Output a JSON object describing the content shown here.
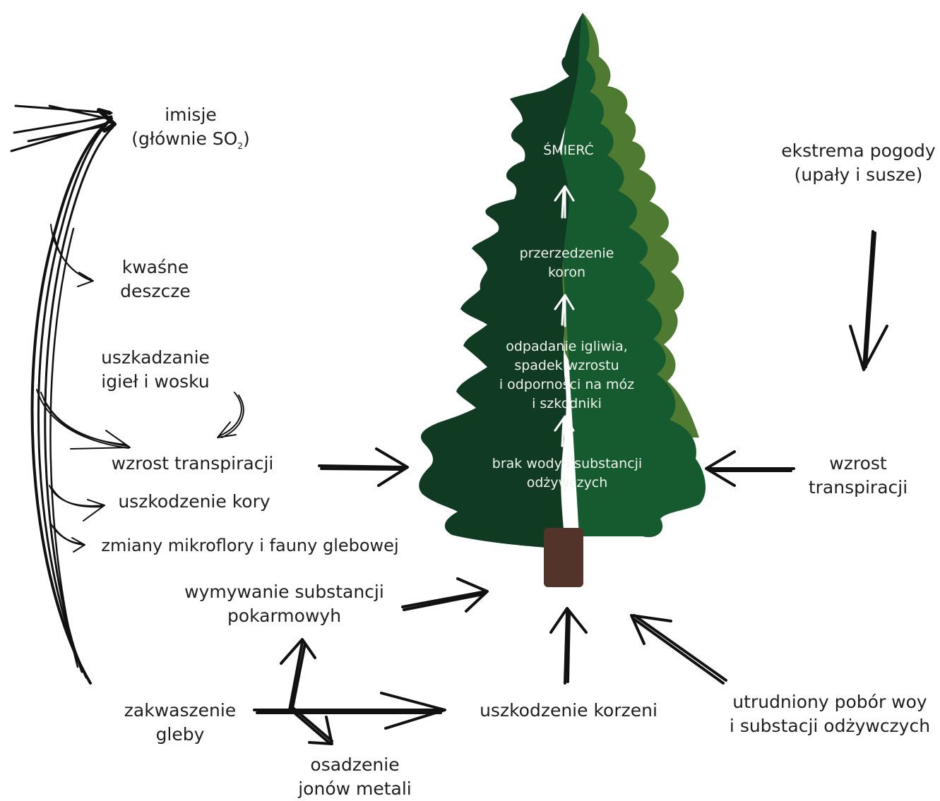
{
  "labels": {
    "imisje": {
      "line1": "imisje",
      "line2_pre": "(głównie SO",
      "line2_sub": "2",
      "line2_post": ")"
    },
    "kwasne": {
      "line1": "kwaśne",
      "line2": "deszcze"
    },
    "uszkadzanie": {
      "line1": "uszkadzanie",
      "line2": "igieł i wosku"
    },
    "transpiracja_left": "wzrost transpiracji",
    "kora": "uszkodzenie kory",
    "mikroflora": "zmiany mikroflory i fauny glebowej",
    "wymywanie": {
      "line1": "wymywanie substancji",
      "line2": "pokarmowyh"
    },
    "zakwaszenie": {
      "line1": "zakwaszenie",
      "line2": "gleby"
    },
    "osadzenie": {
      "line1": "osadzenie",
      "line2": "jonów metali"
    },
    "korzenie": "uszkodzenie korzeni",
    "pobor": {
      "line1": "utrudniony pobór woy",
      "line2": "i substacji odżywczych"
    },
    "ekstrema": {
      "line1": "ekstrema pogody",
      "line2": "(upały i susze)"
    },
    "transpiracja_right": {
      "line1": "wzrost",
      "line2": "transpiracji"
    }
  },
  "tree": {
    "smierc": "ŚMIERĆ",
    "przerzedzenie": {
      "line1": "przerzedzenie",
      "line2": "koron"
    },
    "odpadanie": {
      "line1": "odpadanie igliwia,",
      "line2": "spadek wzrostu",
      "line3": "i odporności na móz",
      "line4": "i szkodniki"
    },
    "brak": {
      "line1": "brak wody i substancji",
      "line2": "odżywczych"
    }
  },
  "colors": {
    "tree_dark": "#113a23",
    "tree_mid": "#165a30",
    "tree_light": "#4f7a32",
    "trunk": "#53342a",
    "ink": "#111111"
  }
}
